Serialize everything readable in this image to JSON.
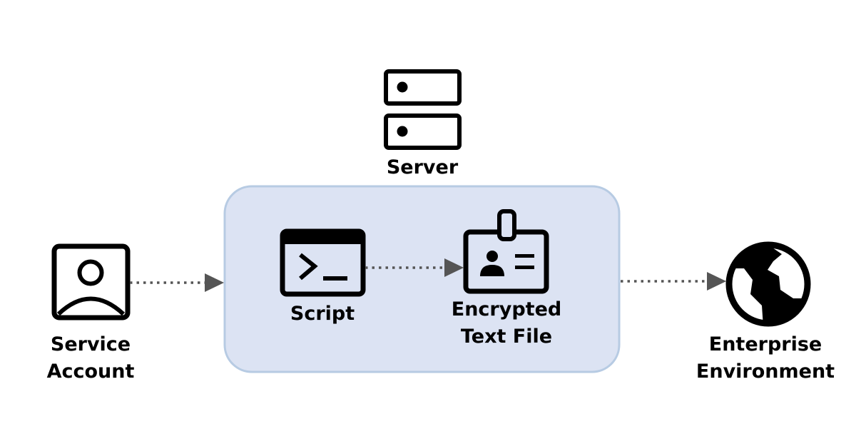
{
  "colors": {
    "container_fill": "#dce3f3",
    "container_stroke": "#b7cbe3",
    "icon": "#000000",
    "connector": "#555555"
  },
  "nodes": {
    "server": {
      "label": "Server",
      "icon": "server-icon"
    },
    "service_account": {
      "label_line1": "Service",
      "label_line2": "Account",
      "icon": "user-portrait-icon"
    },
    "script": {
      "label": "Script",
      "icon": "terminal-icon"
    },
    "encrypted_file": {
      "label_line1": "Encrypted",
      "label_line2": "Text File",
      "icon": "id-badge-icon"
    },
    "enterprise": {
      "label_line1": "Enterprise",
      "label_line2": "Environment",
      "icon": "globe-icon"
    }
  },
  "edges": [
    {
      "from": "Service Account",
      "to": "Server",
      "style": "dotted-arrow"
    },
    {
      "from": "Script",
      "to": "Encrypted Text File",
      "style": "dotted-arrow"
    },
    {
      "from": "Server",
      "to": "Enterprise Environment",
      "style": "dotted-arrow"
    }
  ]
}
